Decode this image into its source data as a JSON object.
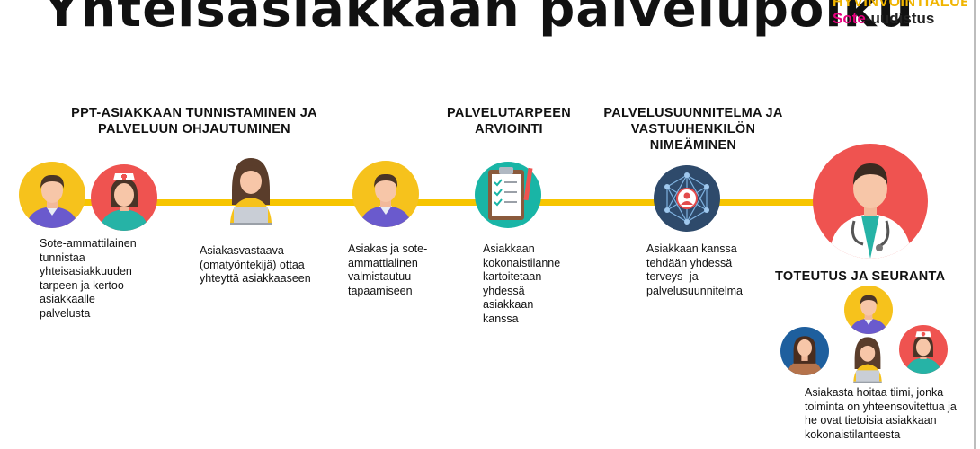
{
  "title": "Yhteisasiakkaan palvelupolku",
  "logo": {
    "line1": "HYVINVOINTIALUE",
    "sote": "Sote",
    "rest": "-uudistus"
  },
  "stages": [
    {
      "heading": "PPT-ASIAKKAAN TUNNISTAMINEN JA PALVELUUN OHJAUTUMINEN",
      "descriptions": [
        "Sote-ammattilainen\ntunnistaa\nyhteisasiakkuuden\ntarpeen ja kertoo\nasiakkaalle\npalvelusta",
        "Asiakasvastaava\n(omatyöntekijä) ottaa\nyhteyttä asiakkaaseen",
        "Asiakas ja sote-\nammattialinen\nvalmistautuu\ntapaamiseen"
      ]
    },
    {
      "heading": "PALVELUTARPEEN ARVIOINTI",
      "descriptions": [
        "Asiakkaan\nkokonaistilanne\nkartoitetaan\nyhdessä\nasiakkaan\nkanssa"
      ]
    },
    {
      "heading": "PALVELUSUUNNITELMA JA VASTUUHENKILÖN NIMEÄMINEN",
      "descriptions": [
        "Asiakkaan kanssa\ntehdään yhdessä\nterveys- ja\npalvelusuunnitelma"
      ]
    },
    {
      "heading": "TOTEUTUS JA SEURANTA",
      "descriptions": [
        "Asiakasta hoitaa tiimi, jonka\ntoiminta on yhteensovitettua ja\nhe ovat tietoisia asiakkaan\nkokonaistilanteesta"
      ]
    }
  ],
  "colors": {
    "timeline": "#f7c500",
    "yellow_circle": "#f6c21c",
    "red_circle": "#ef5350",
    "teal_circle": "#19b5a6",
    "blue_circle": "#1e5f9e",
    "logo_pink": "#e5007d",
    "logo_yellow": "#f0b400"
  },
  "icons": [
    "man-yellow-icon",
    "nurse-red-icon",
    "woman-laptop-icon",
    "man-yellow-icon",
    "clipboard-checklist-icon",
    "network-icon",
    "doctor-icon",
    "man-yellow-icon",
    "woman-blue-icon",
    "woman-laptop-icon",
    "nurse-red-icon"
  ]
}
